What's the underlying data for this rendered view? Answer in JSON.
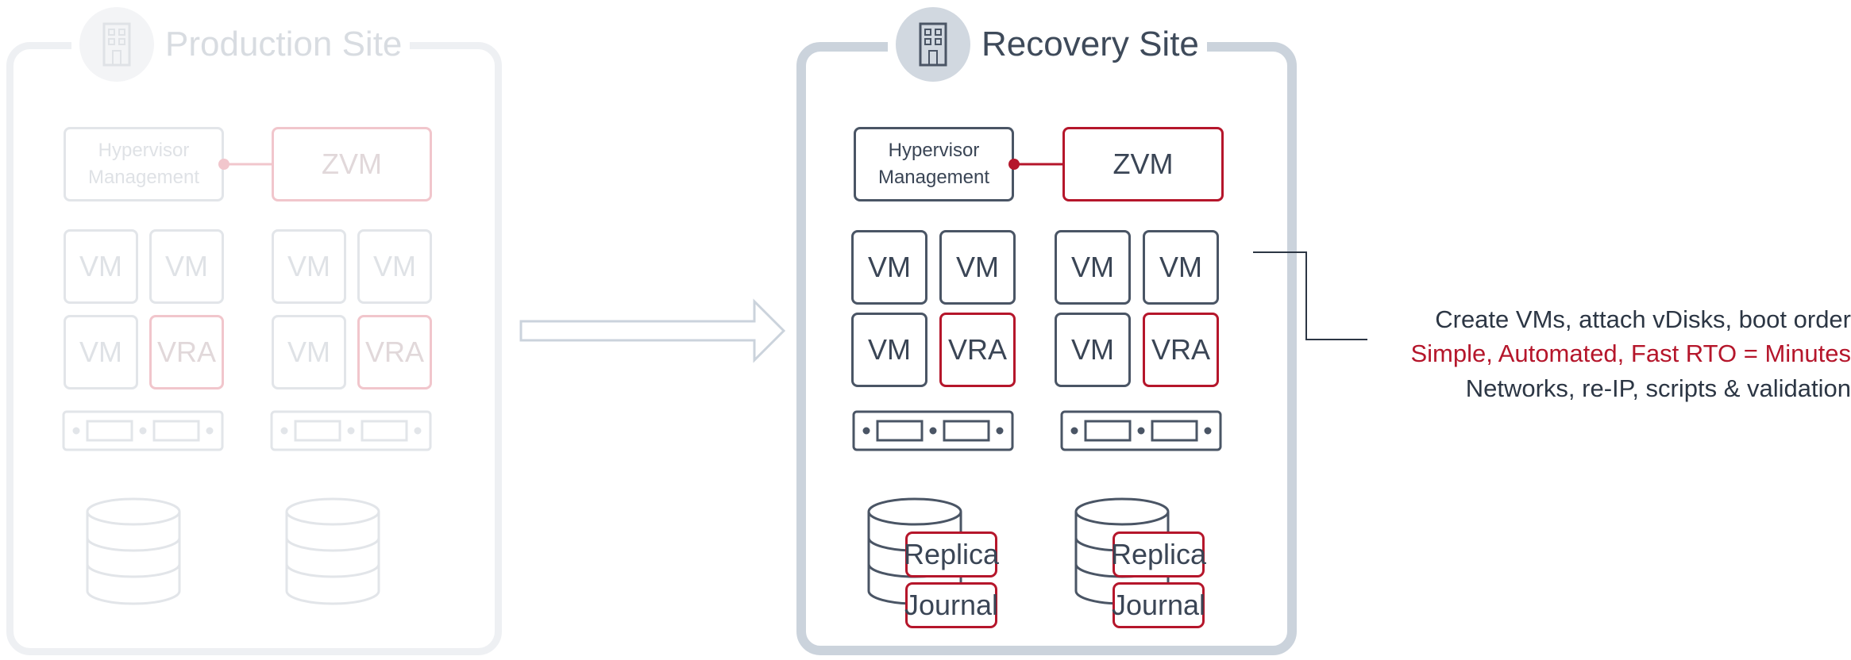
{
  "production": {
    "title": "Production Site",
    "hypervisor": "Hypervisor Management",
    "zvm": "ZVM",
    "vm": "VM",
    "vra": "VRA"
  },
  "recovery": {
    "title": "Recovery Site",
    "hypervisor": "Hypervisor Management",
    "zvm": "ZVM",
    "vm": "VM",
    "vra": "VRA",
    "replica": "Replica",
    "journal": "Journal"
  },
  "notes": [
    "Create VMs, attach vDisks, boot order",
    "Simple, Automated, Fast RTO = Minutes",
    "Networks, re-IP, scripts & validation"
  ],
  "colors": {
    "accent_red": "#b5162b",
    "dark_gray": "#4a5565",
    "faded_gray": "#e2e5e9",
    "site_border": "#cbd3dc"
  }
}
